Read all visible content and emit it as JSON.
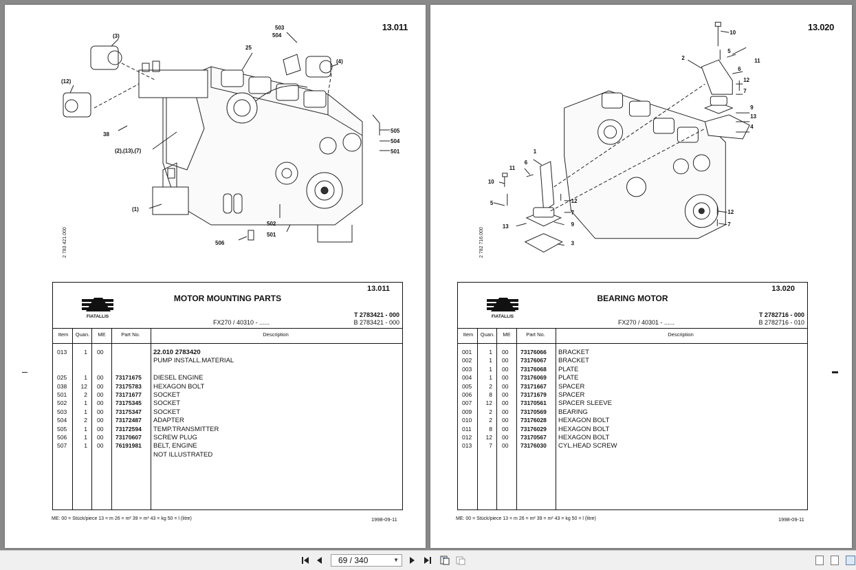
{
  "left_page": {
    "page_number": "13.011",
    "drawing_code": "2 783 421.000",
    "callouts": [
      "(3)",
      "503",
      "504",
      "25",
      "(4)",
      "(12)",
      "38",
      "(2),(13),(7)",
      "505",
      "504",
      "501",
      "(1)",
      "502",
      "501",
      "506"
    ],
    "sheet": {
      "number": "13.011",
      "title": "MOTOR MOUNTING PARTS",
      "model": "FX270     / 40310 - ......",
      "ref_t": "T 2783421 - 000",
      "ref_b": "B 2783421 - 000",
      "logo_text": "FIATALLIS",
      "columns": [
        "Item",
        "Quan.",
        "ME",
        "Part No.",
        "Description"
      ],
      "rows": [
        {
          "item": "013",
          "qty": "1",
          "me": "00",
          "part": "",
          "desc": "22.010        2783420"
        },
        {
          "item": "",
          "qty": "",
          "me": "",
          "part": "",
          "desc": "PUMP INSTALL.MATERIAL"
        },
        {
          "item": "",
          "qty": "",
          "me": "",
          "part": "",
          "desc": ""
        },
        {
          "item": "025",
          "qty": "1",
          "me": "00",
          "part": "73171675",
          "desc": "DIESEL ENGINE"
        },
        {
          "item": "038",
          "qty": "12",
          "me": "00",
          "part": "73175783",
          "desc": "HEXAGON BOLT"
        },
        {
          "item": "501",
          "qty": "2",
          "me": "00",
          "part": "73171677",
          "desc": "SOCKET"
        },
        {
          "item": "502",
          "qty": "1",
          "me": "00",
          "part": "73175345",
          "desc": "SOCKET"
        },
        {
          "item": "503",
          "qty": "1",
          "me": "00",
          "part": "73175347",
          "desc": "SOCKET"
        },
        {
          "item": "504",
          "qty": "2",
          "me": "00",
          "part": "73172487",
          "desc": "ADAPTER"
        },
        {
          "item": "505",
          "qty": "1",
          "me": "00",
          "part": "73172594",
          "desc": "TEMP.TRANSMITTER"
        },
        {
          "item": "506",
          "qty": "1",
          "me": "00",
          "part": "73170607",
          "desc": "SCREW PLUG"
        },
        {
          "item": "507",
          "qty": "1",
          "me": "00",
          "part": "76191981",
          "desc": "BELT, ENGINE"
        },
        {
          "item": "",
          "qty": "",
          "me": "",
          "part": "",
          "desc": "NOT ILLUSTRATED"
        }
      ]
    },
    "footer": "ME:  00 = Stück/piece    13 = m    26 = m²    39 = m³    43 = kg    50 = l (litre)",
    "date": "1998-09-11"
  },
  "right_page": {
    "page_number": "13.020",
    "drawing_code": "2 782 716.000",
    "callouts": [
      "10",
      "5",
      "11",
      "2",
      "6",
      "12",
      "7",
      "9",
      "13",
      "4",
      "1",
      "6",
      "11",
      "10",
      "12",
      "7",
      "5",
      "13",
      "9",
      "3",
      "12",
      "7"
    ],
    "sheet": {
      "number": "13.020",
      "title": "BEARING MOTOR",
      "model": "FX270     / 40301 - ......",
      "ref_t": "T 2782716 - 000",
      "ref_b": "B 2782716 - 010",
      "logo_text": "FIATALLIS",
      "columns": [
        "Item",
        "Quan.",
        "ME",
        "Part No.",
        "Description"
      ],
      "rows": [
        {
          "item": "001",
          "qty": "1",
          "me": "00",
          "part": "73176066",
          "desc": "BRACKET"
        },
        {
          "item": "002",
          "qty": "1",
          "me": "00",
          "part": "73176067",
          "desc": "BRACKET"
        },
        {
          "item": "003",
          "qty": "1",
          "me": "00",
          "part": "73176068",
          "desc": "PLATE"
        },
        {
          "item": "004",
          "qty": "1",
          "me": "00",
          "part": "73176069",
          "desc": "PLATE"
        },
        {
          "item": "005",
          "qty": "2",
          "me": "00",
          "part": "73171667",
          "desc": "SPACER"
        },
        {
          "item": "006",
          "qty": "8",
          "me": "00",
          "part": "73171679",
          "desc": "SPACER"
        },
        {
          "item": "007",
          "qty": "12",
          "me": "00",
          "part": "73170561",
          "desc": "SPACER SLEEVE"
        },
        {
          "item": "009",
          "qty": "2",
          "me": "00",
          "part": "73170569",
          "desc": "BEARING"
        },
        {
          "item": "010",
          "qty": "2",
          "me": "00",
          "part": "73176028",
          "desc": "HEXAGON BOLT"
        },
        {
          "item": "011",
          "qty": "8",
          "me": "00",
          "part": "73176029",
          "desc": "HEXAGON BOLT"
        },
        {
          "item": "012",
          "qty": "12",
          "me": "00",
          "part": "73170567",
          "desc": "HEXAGON BOLT"
        },
        {
          "item": "013",
          "qty": "7",
          "me": "00",
          "part": "73176030",
          "desc": "CYL.HEAD SCREW"
        }
      ]
    },
    "footer": "ME:  00 = Stück/piece    13 = m    26 = m²    39 = m³    43 = kg    50 = l (litre)",
    "date": "1998-09-11"
  },
  "toolbar": {
    "page_indicator": "69 / 340",
    "icons": [
      "first-page-icon",
      "prev-page-icon",
      "next-page-icon",
      "last-page-icon",
      "fit-page-icon",
      "fit-width-icon",
      "single-page-view-icon",
      "continuous-view-icon",
      "facing-view-icon"
    ]
  }
}
